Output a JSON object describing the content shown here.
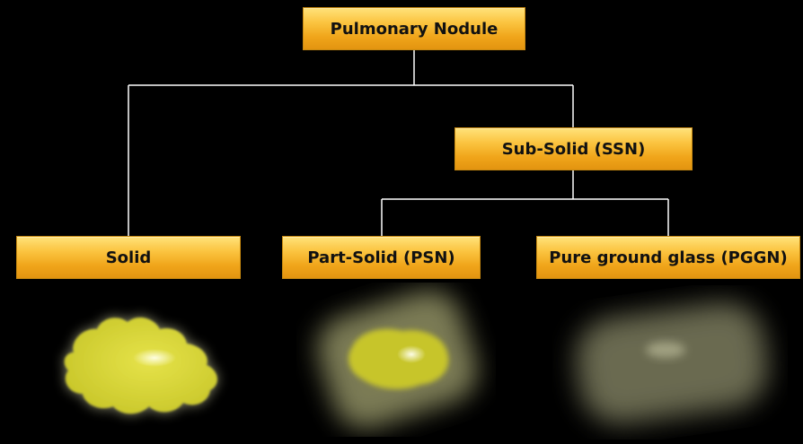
{
  "diagram": {
    "root": {
      "label": "Pulmonary Nodule"
    },
    "sub_solid": {
      "label": "Sub-Solid (SSN)"
    },
    "solid": {
      "label": "Solid"
    },
    "part_solid": {
      "label": "Part-Solid (PSN)"
    },
    "pure_ground_glass": {
      "label": "Pure ground glass (PGGN)"
    }
  },
  "colors": {
    "background": "#000000",
    "connector": "#ffffff",
    "node_fill_top": "#ffe27a",
    "node_fill_bottom": "#e39410",
    "nodule_yellow": "#d8d630"
  }
}
